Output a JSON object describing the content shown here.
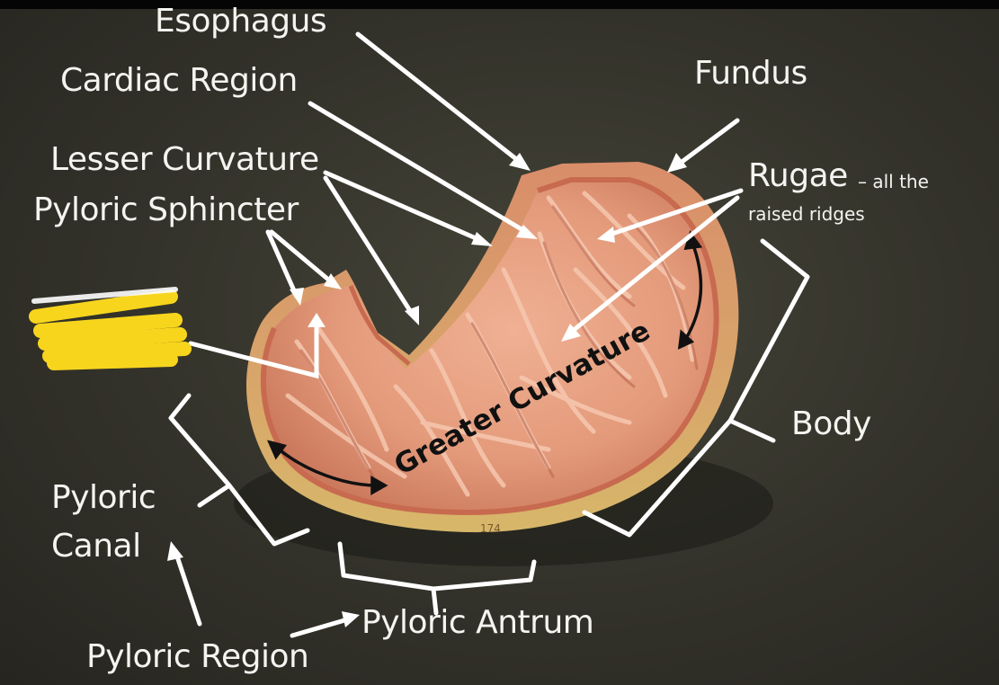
{
  "labels": {
    "esophagus": "Esophagus",
    "cardiac_region": "Cardiac Region",
    "fundus": "Fundus",
    "lesser_curvature": "Lesser Curvature",
    "pyloric_sphincter": "Pyloric Sphincter",
    "rugae": "Rugae",
    "rugae_dash": "– all the",
    "rugae_note": "raised ridges",
    "body": "Body",
    "greater_curvature": "Greater Curvature",
    "pyloric_canal_line1": "Pyloric",
    "pyloric_canal_line2": "Canal",
    "pyloric_antrum": "Pyloric Antrum",
    "pyloric_region": "Pyloric Region"
  },
  "colors": {
    "background": "#33322a",
    "label_text": "#f4f4f0",
    "arrow": "#ffffff",
    "tissue": "#e39a7a",
    "redaction": "#f7d51d"
  }
}
